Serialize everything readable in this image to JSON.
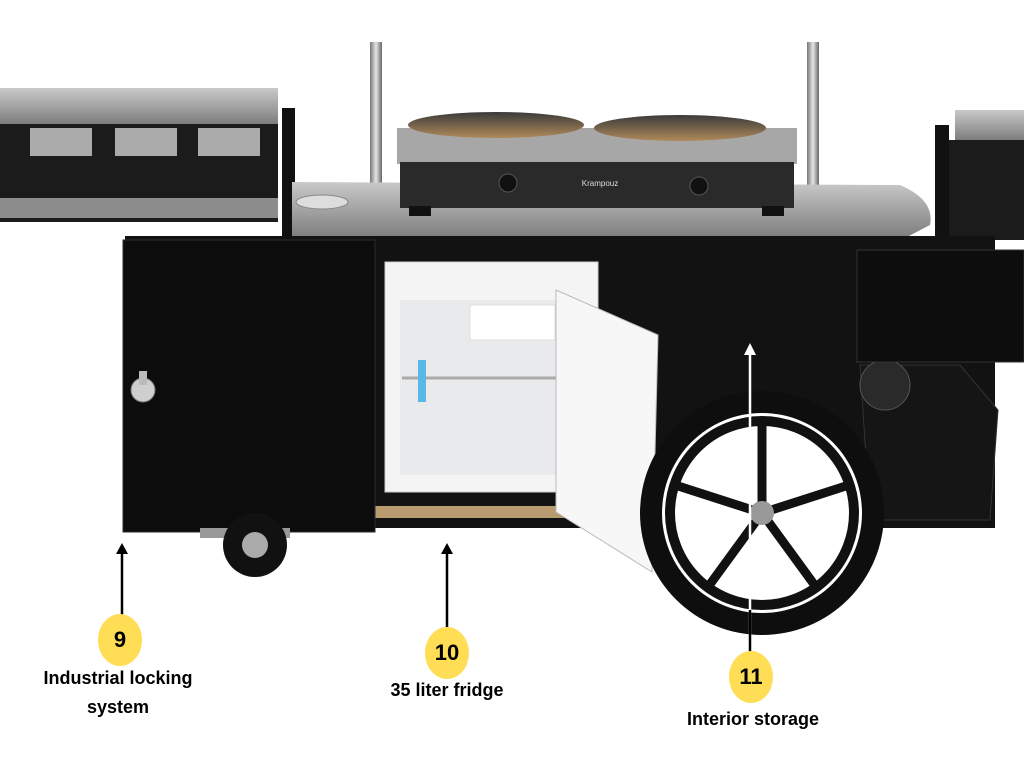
{
  "brand_logo_text": "Krampouz",
  "callouts": [
    {
      "number": "9",
      "label_lines": [
        "Industrial locking",
        "system"
      ]
    },
    {
      "number": "10",
      "label_lines": [
        "35 liter fridge"
      ]
    },
    {
      "number": "11",
      "label_lines": [
        "Interior storage"
      ]
    }
  ],
  "colors": {
    "badge": "#FFDD55",
    "cabinet": "#111111",
    "steel": "#9a9a9a"
  }
}
